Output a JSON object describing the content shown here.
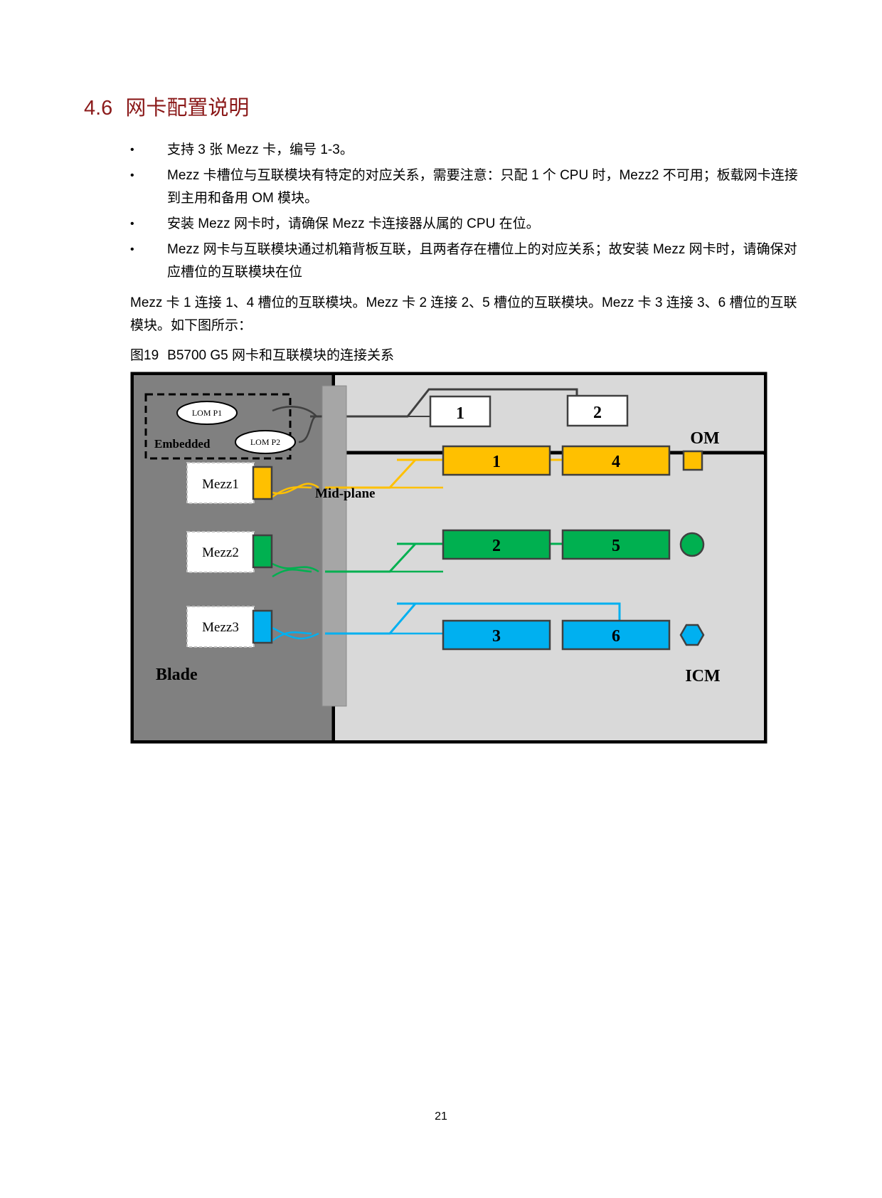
{
  "section": {
    "number": "4.6",
    "title": "网卡配置说明"
  },
  "bullets": [
    {
      "marker": "•",
      "text": "支持 3 张 Mezz 卡，编号 1-3。"
    },
    {
      "marker": "•",
      "text": "Mezz 卡槽位与互联模块有特定的对应关系，需要注意：只配 1 个 CPU 时，Mezz2 不可用；板载网卡连接到主用和备用 OM 模块。"
    },
    {
      "marker": "•",
      "text": "安装 Mezz 网卡时，请确保 Mezz 卡连接器从属的 CPU 在位。"
    },
    {
      "marker": "•",
      "text": "Mezz 网卡与互联模块通过机箱背板互联，且两者存在槽位上的对应关系；故安装 Mezz 网卡时，请确保对应槽位的互联模块在位"
    }
  ],
  "paragraph": "Mezz 卡 1 连接 1、4 槽位的互联模块。Mezz 卡 2 连接 2、5 槽位的互联模块。Mezz 卡 3 连接 3、6 槽位的互联模块。如下图所示：",
  "figure": {
    "id": "图19",
    "caption": "B5700 G5 网卡和互联模块的连接关系",
    "labels": {
      "blade": "Blade",
      "embedded": "Embedded",
      "lom_p1": "LOM P1",
      "lom_p2": "LOM P2",
      "midplane": "Mid-plane",
      "om": "OM",
      "icm": "ICM",
      "mezz1": "Mezz1",
      "mezz2": "Mezz2",
      "mezz3": "Mezz3"
    },
    "om_slots": [
      "1",
      "2"
    ],
    "icm_rows": [
      {
        "mezz": "Mezz1",
        "slots": [
          "1",
          "4"
        ],
        "color": "#ffc000",
        "marker": "square"
      },
      {
        "mezz": "Mezz2",
        "slots": [
          "2",
          "5"
        ],
        "color": "#00b050",
        "marker": "circle"
      },
      {
        "mezz": "Mezz3",
        "slots": [
          "3",
          "6"
        ],
        "color": "#00b0f0",
        "marker": "hexagon"
      }
    ],
    "colors": {
      "blade_bg": "#808080",
      "panel_bg": "#d9d9d9",
      "midplane": "#a6a6a6",
      "om_line": "#404040"
    }
  },
  "page_number": "21"
}
